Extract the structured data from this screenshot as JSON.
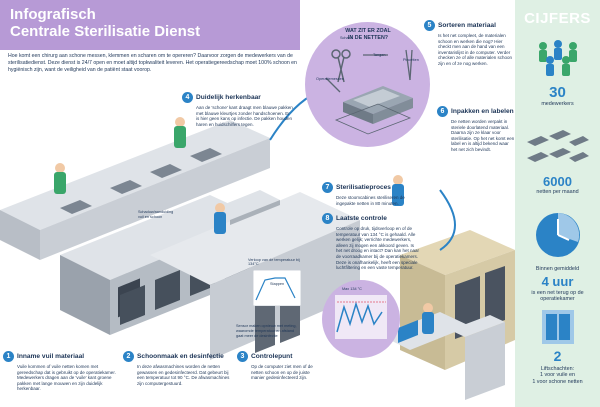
{
  "header": {
    "title_line1": "Infografisch",
    "title_line2": "Centrale Sterilisatie Dienst",
    "intro": "Hoe komt een chirurg aan schone messen, klemmen en scharen om te opereren? Daarvoor zorgen de medewerkers van de sterilisatiedienst. Deze dienst is 24/7 open en moet altijd topkwaliteit leveren. Het operatiegereedschap moet 100% schoon en hygiënisch zijn, want de veiligheid van de patiënt staat voorop."
  },
  "zoom": {
    "title": "WAT ZIT ER ZOAL IN DE NETTEN?",
    "labels": {
      "schaar": "Schaar",
      "tangen": "Tangen",
      "pincetten": "Pincetten",
      "operatiemessen": "Operatiemessen"
    }
  },
  "annotations": {
    "schaduw": "Schaduw/aanduiding\nvuil en schoon",
    "sensor": "Sensor maken opnieuw met meting, waaromde temperatuur en afstand gaat meer de desinfectie",
    "kernteil": "Verloop van de temperatuur bij 134°C",
    "kern2": "Stappen",
    "chart_label": "Max 134 °C"
  },
  "steps": [
    {
      "num": "1",
      "title": "Inname vuil materiaal",
      "body": "Vuile kommen of vuile netten komen met gereedschap dat is gebruikt op de operatiekamer. Medewerkers dragen aan de 'vuile' kant groene pakken met lange mouwen en zijn duidelijk herkenbaar."
    },
    {
      "num": "2",
      "title": "Schoonmaak en desinfectie",
      "body": "In deze afwasmachines worden de netten gewassen en gedesinfecteerd. Dat gebeurt bij een temperatuur tot 90 °C. De afwasmachines zijn computergestuurd."
    },
    {
      "num": "3",
      "title": "Controlepunt",
      "body": "Op de computer ziet men of de netten schoon en op de juiste manier gedesinfecteerd zijn."
    },
    {
      "num": "4",
      "title": "Duidelijk herkenbaar",
      "body": "Aan de 'schone' kant draagt men blauwe pakken met blauwe kleurtjes zonder handschoenen. Er is hier geen kans op infectie. De pakken houden haren en huidschilfers tegen."
    },
    {
      "num": "5",
      "title": "Sorteren materiaal",
      "body": "Is het net compleet, de materialen schoon en werken die nog? Hier checkt men aan de hand van een inventarislijst in de computer. Verder checken ze of alle materialen schoon zijn en of ze nog werken."
    },
    {
      "num": "6",
      "title": "Inpakken en labelen",
      "body": "De netten worden verpakt in steriele doorlatend materiaal. Daarna zijn ze klaar voor sterilisatie. Op het net komt een label en is altijd bekend waar het net zich bevindt."
    },
    {
      "num": "7",
      "title": "Sterilisatieproces",
      "body": "Deze stoomcabines steriliseren de ingepakte netten in 80 minuten."
    },
    {
      "num": "8",
      "title": "Laatste controle",
      "body": "Controle op druk, tijdsverloop en of de temperatuur van 134 °C is gehaald. Alle werken gelijk; verrichte medewerkers, alleen zij mogen een akkoord geven. Is het net droog en intact? Dan kan het naar de voorraadkamer bij de operatiekamers. Deze is onafhankelijk, heeft een speciale luchtfiltering en een vaste temperatuur."
    }
  ],
  "stats": {
    "header": "CIJFERS",
    "s1_num": "30",
    "s1_lbl": "medewerkers",
    "s2_num": "6000",
    "s2_lbl": "netten per maand",
    "s3_pre": "Binnen gemiddeld",
    "s3_num": "4 uur",
    "s3_lbl": "is een net terug op de operatiekamer",
    "s4_num": "2",
    "s4_lbl": "Liftschachten:\n1 voor vuile en\n1 voor schone netten"
  },
  "colors": {
    "purple": "#b79ad6",
    "blue": "#2b83c6",
    "navy": "#1d3557",
    "mint": "#dff0e4"
  }
}
